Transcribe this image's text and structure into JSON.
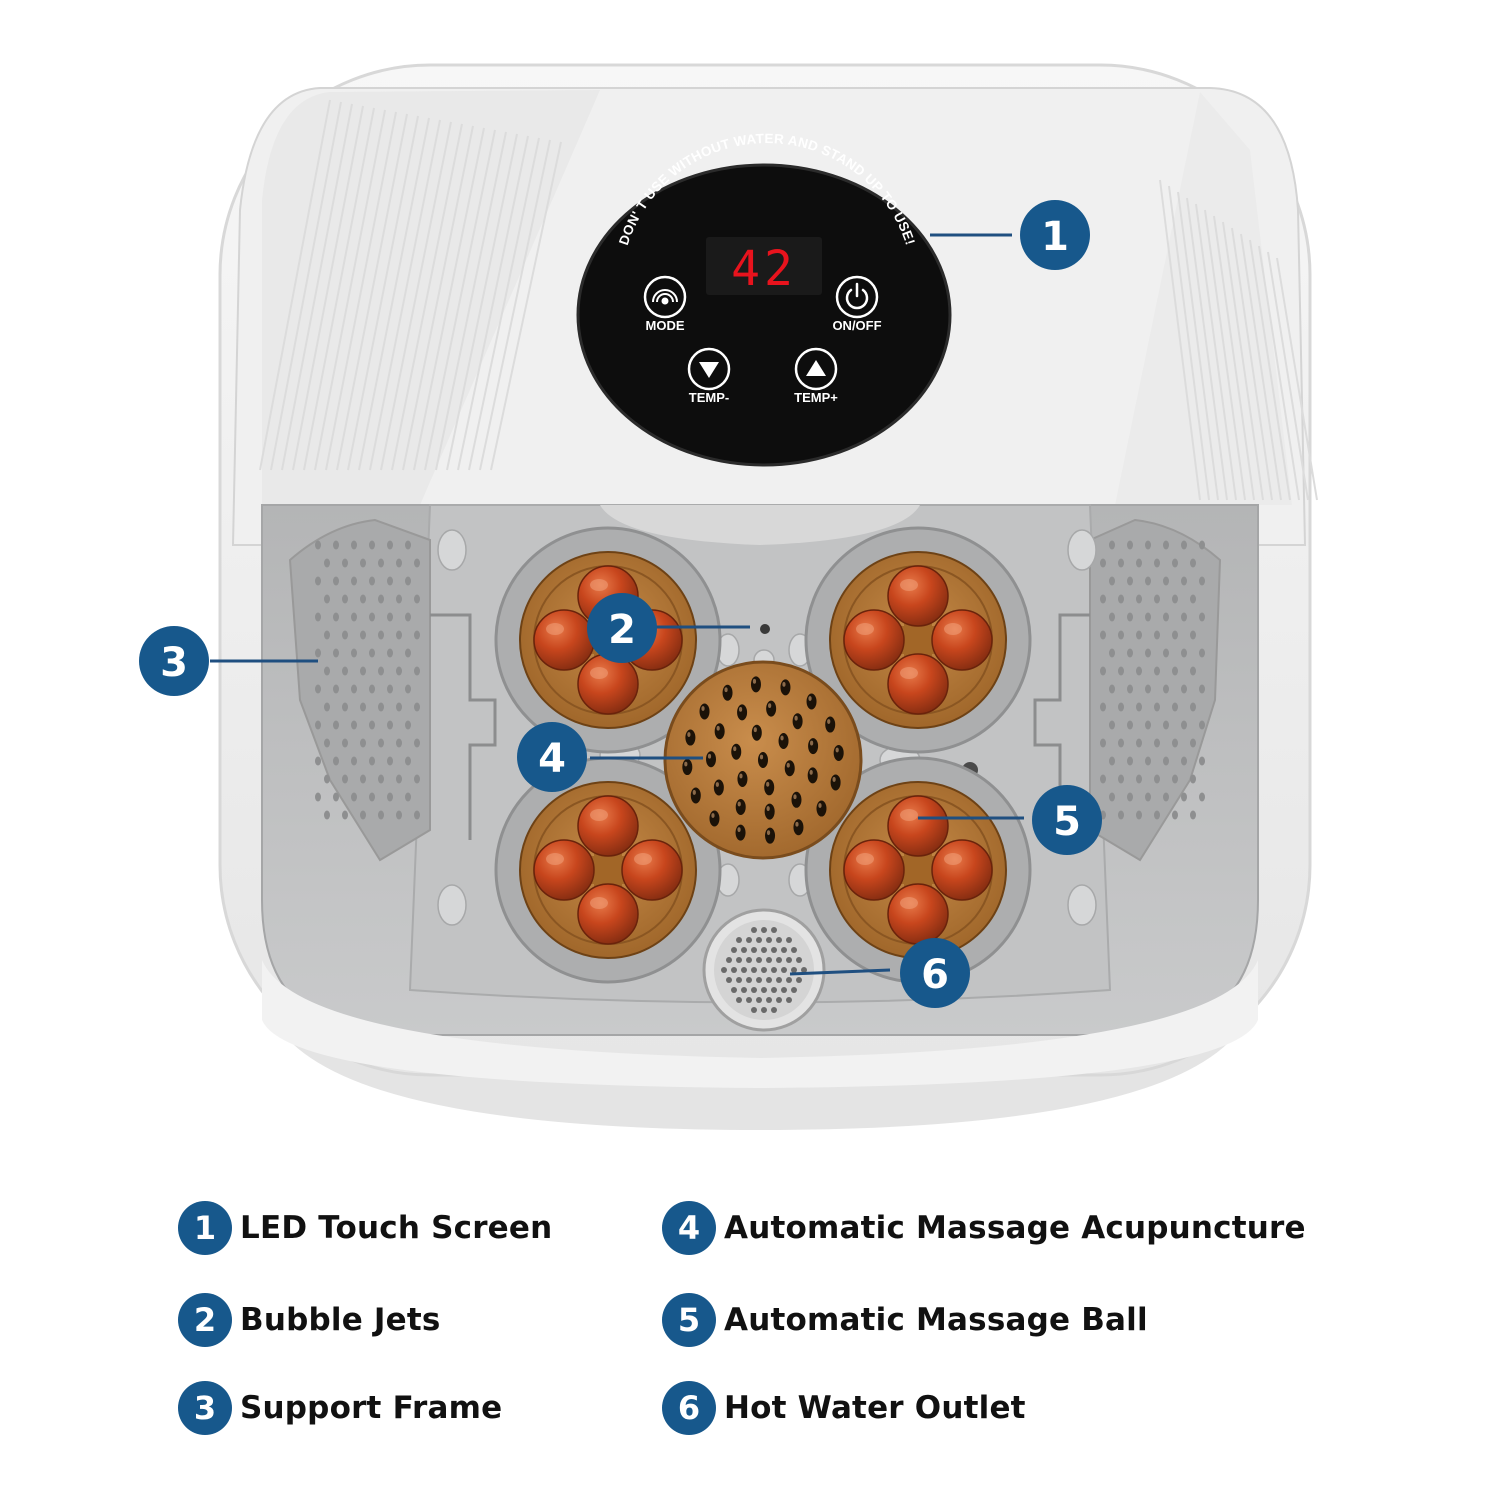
{
  "colors": {
    "badge": "#17588c",
    "leader_line": "#1f4f80",
    "body_shell": "#f1f1f1",
    "basin_inner": "#b9babb",
    "control_panel": "#0d0d0d",
    "led_red": "#e8131d",
    "roller_orange": "#c5461f",
    "roller_base": "#b27838",
    "acupuncture_plate": "#b9783a"
  },
  "control_panel": {
    "warning_text": "DON' T USE WITHOUT WATER AND STAND UP TO USE!",
    "display_value": "42",
    "buttons": {
      "mode": "MODE",
      "on_off": "ON/OFF",
      "temp_down": "TEMP-",
      "temp_up": "TEMP+"
    }
  },
  "callouts": [
    "1",
    "2",
    "3",
    "4",
    "5",
    "6"
  ],
  "legend": [
    {
      "num": "1",
      "label": "LED Touch Screen"
    },
    {
      "num": "2",
      "label": "Bubble Jets"
    },
    {
      "num": "3",
      "label": "Support Frame"
    },
    {
      "num": "4",
      "label": "Automatic Massage Acupuncture"
    },
    {
      "num": "5",
      "label": "Automatic Massage Ball"
    },
    {
      "num": "6",
      "label": "Hot Water Outlet"
    }
  ],
  "icons": {
    "mode": "bubbles-icon",
    "power": "power-icon",
    "temp_down": "triangle-down-icon",
    "temp_up": "triangle-up-icon"
  }
}
